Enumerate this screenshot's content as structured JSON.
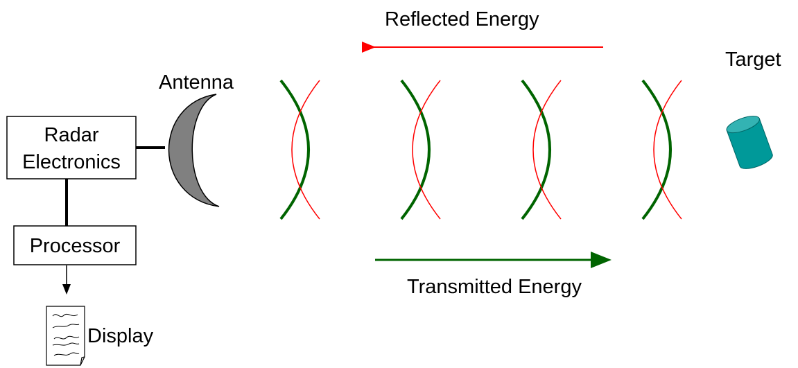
{
  "labels": {
    "reflected_energy": "Reflected Energy",
    "transmitted_energy": "Transmitted Energy",
    "antenna": "Antenna",
    "target": "Target",
    "radar_line1": "Radar",
    "radar_line2": "Electronics",
    "processor": "Processor",
    "display": "Display"
  },
  "colors": {
    "transmitted": "#006400",
    "reflected": "#ff0000",
    "antenna_fill": "#808080",
    "target_fill": "#009999",
    "target_top": "#33b3b3",
    "line": "#000000"
  },
  "icons": {
    "antenna": "dish-antenna-icon",
    "target": "cylinder-target-icon",
    "display": "paper-document-icon"
  }
}
